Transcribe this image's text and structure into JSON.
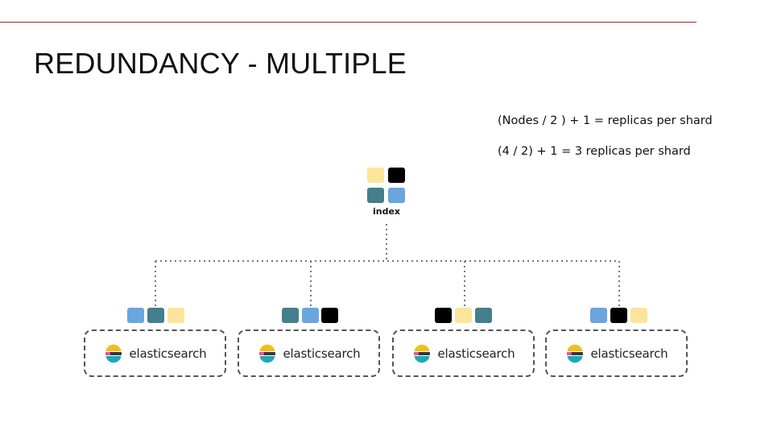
{
  "slide": {
    "title": "REDUNDANCY - MULTIPLE",
    "formula_general": "(Nodes / 2 ) + 1 = replicas per shard",
    "formula_example": "(4 / 2) + 1 = 3 replicas per shard"
  },
  "colors": {
    "accent_rule": "#a5202a",
    "shard_yellow": "#fce49a",
    "shard_black": "#000000",
    "shard_teal": "#437f8c",
    "shard_blue": "#6aa5df",
    "connector": "#777777",
    "node_border": "#555555"
  },
  "index": {
    "label": "index",
    "shards": [
      "yellow",
      "black",
      "teal",
      "blue"
    ]
  },
  "nodes": [
    {
      "label": "elasticsearch",
      "shards": [
        "blue",
        "teal",
        "yellow"
      ]
    },
    {
      "label": "elasticsearch",
      "shards": [
        "teal",
        "blue",
        "black"
      ]
    },
    {
      "label": "elasticsearch",
      "shards": [
        "black",
        "yellow",
        "teal"
      ]
    },
    {
      "label": "elasticsearch",
      "shards": [
        "blue",
        "black",
        "yellow"
      ]
    }
  ]
}
